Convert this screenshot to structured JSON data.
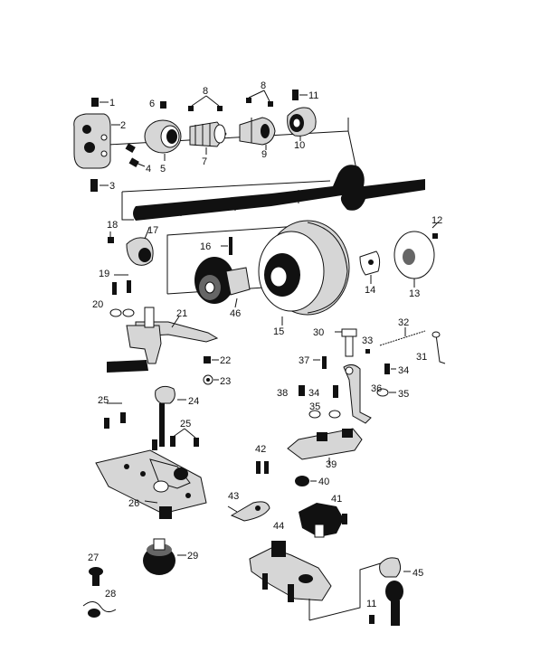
{
  "labels": {
    "l1": "1",
    "l2": "2",
    "l3": "3",
    "l4": "4",
    "l5": "5",
    "l6": "6",
    "l7": "7",
    "l8a": "8",
    "l8b": "8",
    "l9": "9",
    "l10": "10",
    "l11a": "11",
    "l12": "12",
    "l13": "13",
    "l14": "14",
    "l15": "15",
    "l16": "16",
    "l17": "17",
    "l18": "18",
    "l19": "19",
    "l20": "20",
    "l21": "21",
    "l22": "22",
    "l23": "23",
    "l24": "24",
    "l25a": "25",
    "l25b": "25",
    "l26": "26",
    "l27": "27",
    "l28": "28",
    "l29": "29",
    "l30": "30",
    "l31": "31",
    "l32": "32",
    "l33": "33",
    "l34a": "34",
    "l34b": "34",
    "l35a": "35",
    "l35b": "35",
    "l36": "36",
    "l37": "37",
    "l38": "38",
    "l39": "39",
    "l40": "40",
    "l41": "41",
    "l42": "42",
    "l43": "43",
    "l44": "44",
    "l45": "45",
    "l46": "46",
    "l11b": "11"
  }
}
